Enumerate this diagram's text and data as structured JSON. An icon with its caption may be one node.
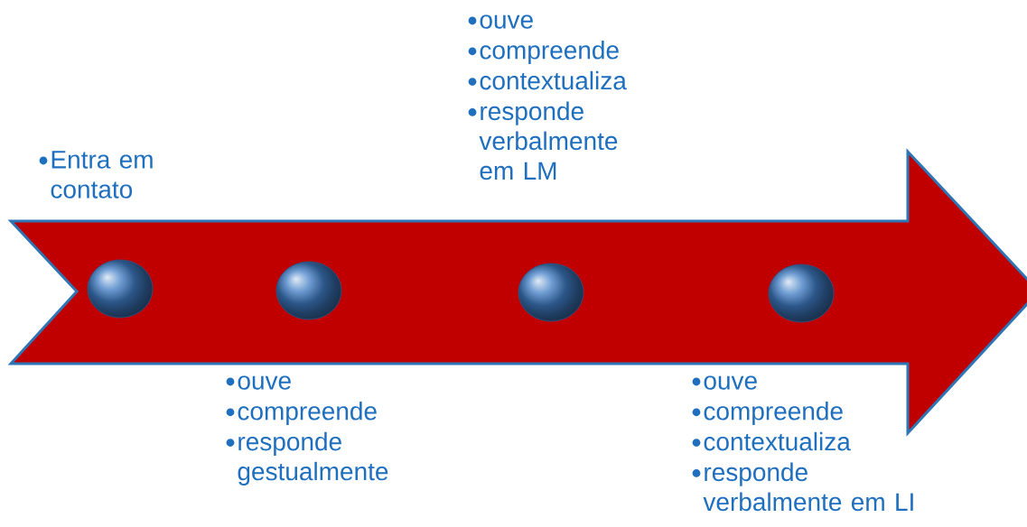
{
  "diagram": {
    "nodes": [
      {
        "text": [],
        "shape": "circle",
        "beside": [
          "Entra em contato"
        ]
      },
      {
        "text": [],
        "shape": "circle",
        "beside": [
          "ouve",
          "compreende",
          "responde gestualmente"
        ]
      },
      {
        "text": [],
        "shape": "circle",
        "beside": [
          "ouve",
          "compreende",
          "contextualiza",
          "responde verbalmente em LM"
        ]
      },
      {
        "text": [],
        "shape": "circle",
        "beside": [
          "ouve",
          "compreende",
          "contextualiza",
          "responde verbalmente em LI"
        ]
      }
    ]
  }
}
